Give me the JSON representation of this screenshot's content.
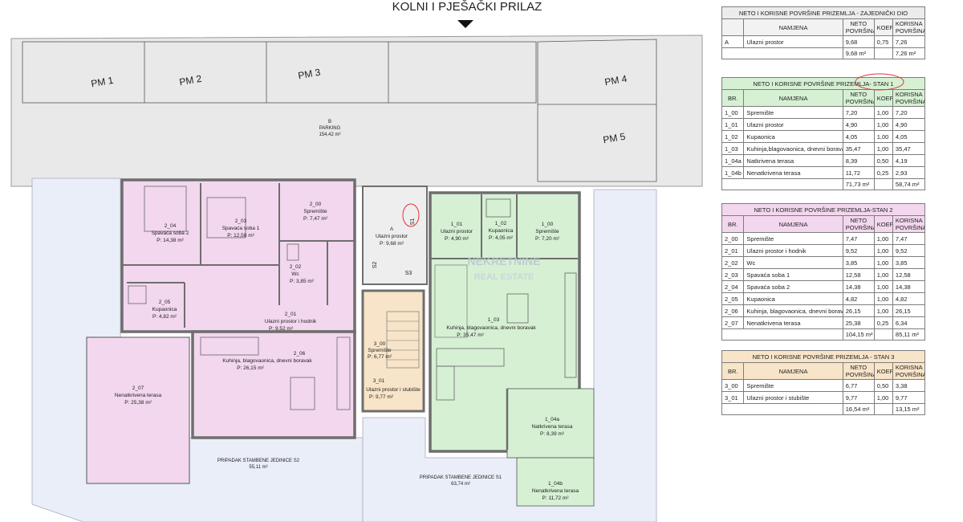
{
  "plan": {
    "access_label": "KOLNI I PJEŠAČKI PRILAZ",
    "parking_spots": [
      "PM 1",
      "PM 2",
      "PM 3",
      "PM 4",
      "PM 5"
    ],
    "parking": {
      "code": "B",
      "name": "PARKING",
      "area": "154,42 m²"
    },
    "stair_codes": [
      "S1",
      "S2",
      "S3"
    ],
    "rooms": [
      {
        "code": "2_04",
        "name": "Spavaća soba 2",
        "area": "P: 14,38 m²"
      },
      {
        "code": "2_03",
        "name": "Spavaća soba 1",
        "area": "P: 12,58 m²"
      },
      {
        "code": "2_00",
        "name": "Spremište",
        "area": "P: 7,47 m²"
      },
      {
        "code": "2_02",
        "name": "Wc",
        "area": "P: 3,85 m²"
      },
      {
        "code": "2_05",
        "name": "Kupaonica",
        "area": "P: 4,82 m²"
      },
      {
        "code": "2_01",
        "name": "Ulazni prostor i hodnik",
        "area": "P: 9,52 m²"
      },
      {
        "code": "2_06",
        "name": "Kuhinja, blagovaonica, dnevni boravak",
        "area": "P: 26,15 m²"
      },
      {
        "code": "2_07",
        "name": "Nenatkrivena terasa",
        "area": "P: 25,38 m²"
      },
      {
        "code": "A",
        "name": "Ulazni prostor",
        "area": "P: 9,68 m²"
      },
      {
        "code": "1_01",
        "name": "Ulazni prostor",
        "area": "P: 4,90 m²"
      },
      {
        "code": "1_02",
        "name": "Kupaonica",
        "area": "P: 4,05 m²"
      },
      {
        "code": "1_00",
        "name": "Spremište",
        "area": "P: 7,20 m²"
      },
      {
        "code": "3_00",
        "name": "Spremište",
        "area": "P: 6,77 m²"
      },
      {
        "code": "3_01",
        "name": "Ulazni prostor i stubište",
        "area": "P: 9,77 m²"
      },
      {
        "code": "1_03",
        "name": "Kuhinja, blagovaonica, dnevni boravak",
        "area": "P: 35,47 m²"
      },
      {
        "code": "1_04a",
        "name": "Natkrivena terasa",
        "area": "P: 8,39 m²"
      },
      {
        "code": "1_04b",
        "name": "Nenatkrivena terasa",
        "area": "P: 11,72 m²"
      }
    ],
    "gardens": [
      {
        "name": "PRIPADAK STAMBENE JEDINICE S2",
        "area": "55,11 m²"
      },
      {
        "name": "PRIPADAK STAMBENE JEDINICE S1",
        "area": "63,74 m²"
      }
    ],
    "watermark": {
      "line1": "NEKRETNINE",
      "line2": "REAL ESTATE"
    }
  },
  "tables": [
    {
      "id": "common",
      "title": "NETO I KORISNE POVRŠINE PRIZEMLJA - ZAJEDNIČKI DIO",
      "headers": [
        "",
        "NAMJENA",
        "NETO POVRŠINA",
        "KOEF.",
        "KORISNA POVRŠINA"
      ],
      "rows": [
        [
          "A",
          "Ulazni prostor",
          "9,68",
          "0,75",
          "7,26"
        ]
      ],
      "totals": [
        "9,68 m²",
        "7,26 m²"
      ]
    },
    {
      "id": "stan1",
      "title": "NETO I KORISNE POVRŠINE PRIZEMLJA- STAN 1",
      "headers": [
        "BR.",
        "NAMJENA",
        "NETO POVRŠINA",
        "KOEF.",
        "KORISNA POVRŠINA"
      ],
      "rows": [
        [
          "1_00",
          "Spremište",
          "7,20",
          "1,00",
          "7,20"
        ],
        [
          "1_01",
          "Ulazni prostor",
          "4,90",
          "1,00",
          "4,90"
        ],
        [
          "1_02",
          "Kupaonica",
          "4,05",
          "1,00",
          "4,05"
        ],
        [
          "1_03",
          "Kuhinja,blagovaonica, dnevni boravak",
          "35,47",
          "1,00",
          "35,47"
        ],
        [
          "1_04a",
          "Natkrivena terasa",
          "8,39",
          "0,50",
          "4,19"
        ],
        [
          "1_04b",
          "Nenatkrivena terasa",
          "11,72",
          "0,25",
          "2,93"
        ]
      ],
      "totals": [
        "71,73 m²",
        "58,74 m²"
      ]
    },
    {
      "id": "stan2",
      "title": "NETO I KORISNE POVRŠINE PRIZEMLJA-STAN 2",
      "headers": [
        "BR.",
        "NAMJENA",
        "NETO POVRŠINA",
        "KOEF.",
        "KORISNA POVRŠINA"
      ],
      "rows": [
        [
          "2_00",
          "Spremište",
          "7,47",
          "1,00",
          "7,47"
        ],
        [
          "2_01",
          "Ulazni prostor i hodnik",
          "9,52",
          "1,00",
          "9,52"
        ],
        [
          "2_02",
          "Wc",
          "3,85",
          "1,00",
          "3,85"
        ],
        [
          "2_03",
          "Spavaća soba 1",
          "12,58",
          "1,00",
          "12,58"
        ],
        [
          "2_04",
          "Spavaća soba 2",
          "14,38",
          "1,00",
          "14,38"
        ],
        [
          "2_05",
          "Kupaonica",
          "4,82",
          "1,00",
          "4,82"
        ],
        [
          "2_06",
          "Kuhinja, blagovaonica, dnevni boravak",
          "26,15",
          "1,00",
          "26,15"
        ],
        [
          "2_07",
          "Nenatkrivena terasa",
          "25,38",
          "0,25",
          "6,34"
        ]
      ],
      "totals": [
        "104,15 m²",
        "85,11 m²"
      ]
    },
    {
      "id": "stan3",
      "title": "NETO I KORISNE POVRŠINE PRIZEMLJA - STAN 3",
      "headers": [
        "BR.",
        "NAMJENA",
        "NETO POVRŠINA",
        "KOEF.",
        "KORISNA POVRŠINA"
      ],
      "rows": [
        [
          "3_00",
          "Spremište",
          "6,77",
          "0,50",
          "3,38"
        ],
        [
          "3_01",
          "Ulazni prostor i stubište",
          "9,77",
          "1,00",
          "9,77"
        ]
      ],
      "totals": [
        "16,54 m²",
        "13,15 m²"
      ]
    }
  ],
  "colors": {
    "unit1": "#d6f0d4",
    "unit2": "#f3d7ee",
    "unit3": "#f8e4c8",
    "parking": "#e9e9e9",
    "garden": "#eaeef8",
    "wall": "#6e6e6e",
    "annotation": "#e0343b"
  }
}
